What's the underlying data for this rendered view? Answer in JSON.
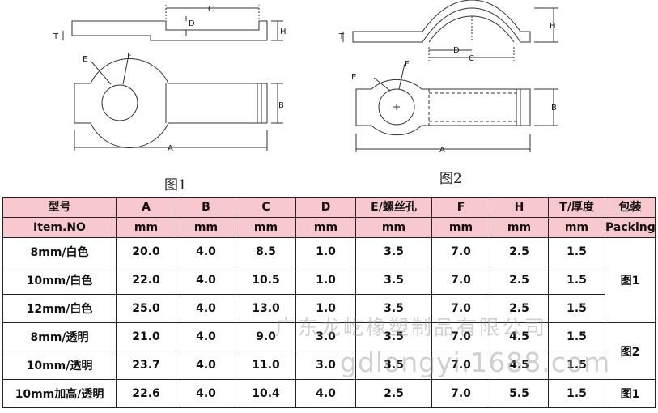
{
  "figure1": {
    "caption": "图1",
    "dim_labels": {
      "C": "C",
      "D": "D",
      "T": "T",
      "H": "H",
      "E": "E",
      "F": "F",
      "B": "B",
      "A": "A"
    }
  },
  "figure2": {
    "caption": "图2",
    "dim_labels": {
      "T": "T",
      "H": "H",
      "D": "D",
      "C": "C",
      "E": "E",
      "F": "F",
      "B": "B",
      "A": "A"
    }
  },
  "table": {
    "headers": [
      {
        "line1": "型号",
        "line2": "Item.NO"
      },
      {
        "line1": "A",
        "line2": "mm"
      },
      {
        "line1": "B",
        "line2": "mm"
      },
      {
        "line1": "C",
        "line2": "mm"
      },
      {
        "line1": "D",
        "line2": "mm"
      },
      {
        "line1": "E/螺丝孔",
        "line2": "mm"
      },
      {
        "line1": "F",
        "line2": "mm"
      },
      {
        "line1": "H",
        "line2": "mm"
      },
      {
        "line1": "T/厚度",
        "line2": "mm"
      },
      {
        "line1": "包装",
        "line2": "Packing"
      }
    ],
    "rows": [
      [
        "8mm/白色",
        "20.0",
        "4.0",
        "8.5",
        "1.0",
        "3.5",
        "7.0",
        "2.5",
        "1.5"
      ],
      [
        "10mm/白色",
        "22.0",
        "4.0",
        "10.5",
        "1.0",
        "3.5",
        "7.0",
        "2.5",
        "1.5"
      ],
      [
        "12mm/白色",
        "25.0",
        "4.0",
        "13.0",
        "1.0",
        "3.5",
        "7.0",
        "2.5",
        "1.5"
      ],
      [
        "8mm/透明",
        "21.0",
        "4.0",
        "9.0",
        "3.0",
        "3.5",
        "7.0",
        "4.5",
        "1.5"
      ],
      [
        "10mm/透明",
        "23.7",
        "4.0",
        "11.0",
        "3.0",
        "3.5",
        "7.0",
        "4.5",
        "1.5"
      ],
      [
        "10mm加高/透明",
        "22.6",
        "4.0",
        "10.4",
        "4.0",
        "2.5",
        "7.0",
        "5.5",
        "1.5"
      ]
    ],
    "packing": [
      "图1",
      "图2",
      "图1"
    ]
  },
  "watermark": {
    "company": "广东龙屹橡塑制品有限公司",
    "site": "gdlongyi.1688.com"
  }
}
